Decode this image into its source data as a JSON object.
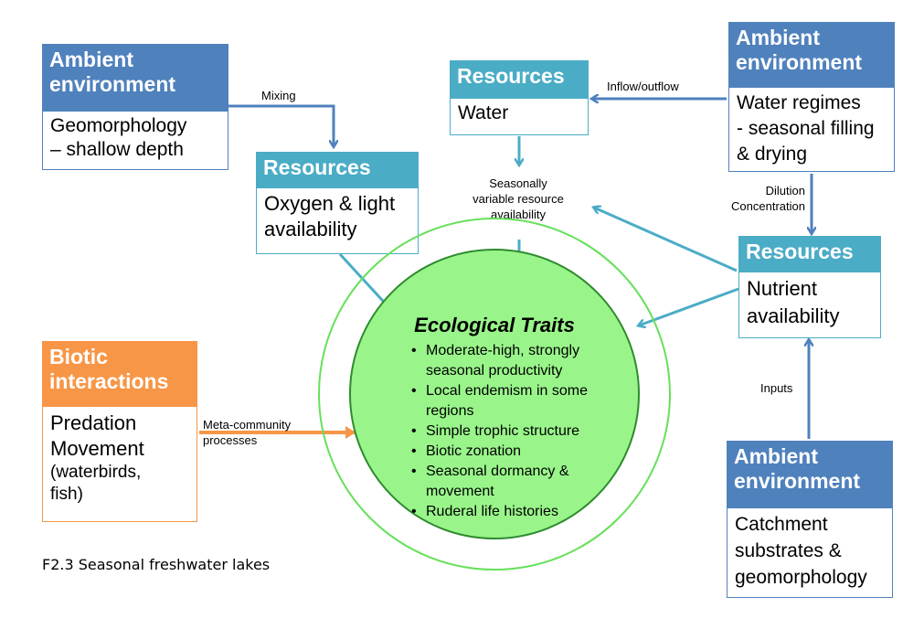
{
  "ambient_top_left": {
    "header": "Ambient environment",
    "body": "Geomorphology\n– shallow depth"
  },
  "resources_oxygen": {
    "header": "Resources",
    "body": "Oxygen & light\navailability"
  },
  "resources_water": {
    "header": "Resources",
    "body": "Water"
  },
  "ambient_top_right": {
    "header": "Ambient environment",
    "body": "Water regimes\n- seasonal filling\n& drying"
  },
  "resources_nutrient": {
    "header": "Resources",
    "body": "Nutrient\navailability"
  },
  "biotic": {
    "header": "Biotic interactions",
    "body": "Predation\nMovement",
    "body_small": "(waterbirds,\nfish)"
  },
  "ambient_bottom_right": {
    "header": "Ambient environment",
    "body": "Catchment\nsubstrates &\ngeomorphology"
  },
  "labels": {
    "mixing": "Mixing",
    "inflow_outflow": "Inflow/outflow",
    "seasonally_variable": "Seasonally\nvariable resource\navailability",
    "dilution": "Dilution\nConcentration",
    "inputs": "Inputs",
    "meta_community": "Meta-community\nprocesses"
  },
  "traits": {
    "title": "Ecological Traits",
    "items": [
      "Moderate-high, strongly seasonal productivity",
      "Local endemism in some regions",
      "Simple trophic structure",
      "Biotic zonation",
      "Seasonal dormancy & movement",
      "Ruderal life histories"
    ]
  },
  "caption": "F2.3 Seasonal freshwater lakes",
  "colors": {
    "ambient": "#4f81bd",
    "resources": "#4bacc6",
    "biotic": "#f79646",
    "circle_fill": "#99f58a",
    "circle_outer": "#66e05a"
  }
}
